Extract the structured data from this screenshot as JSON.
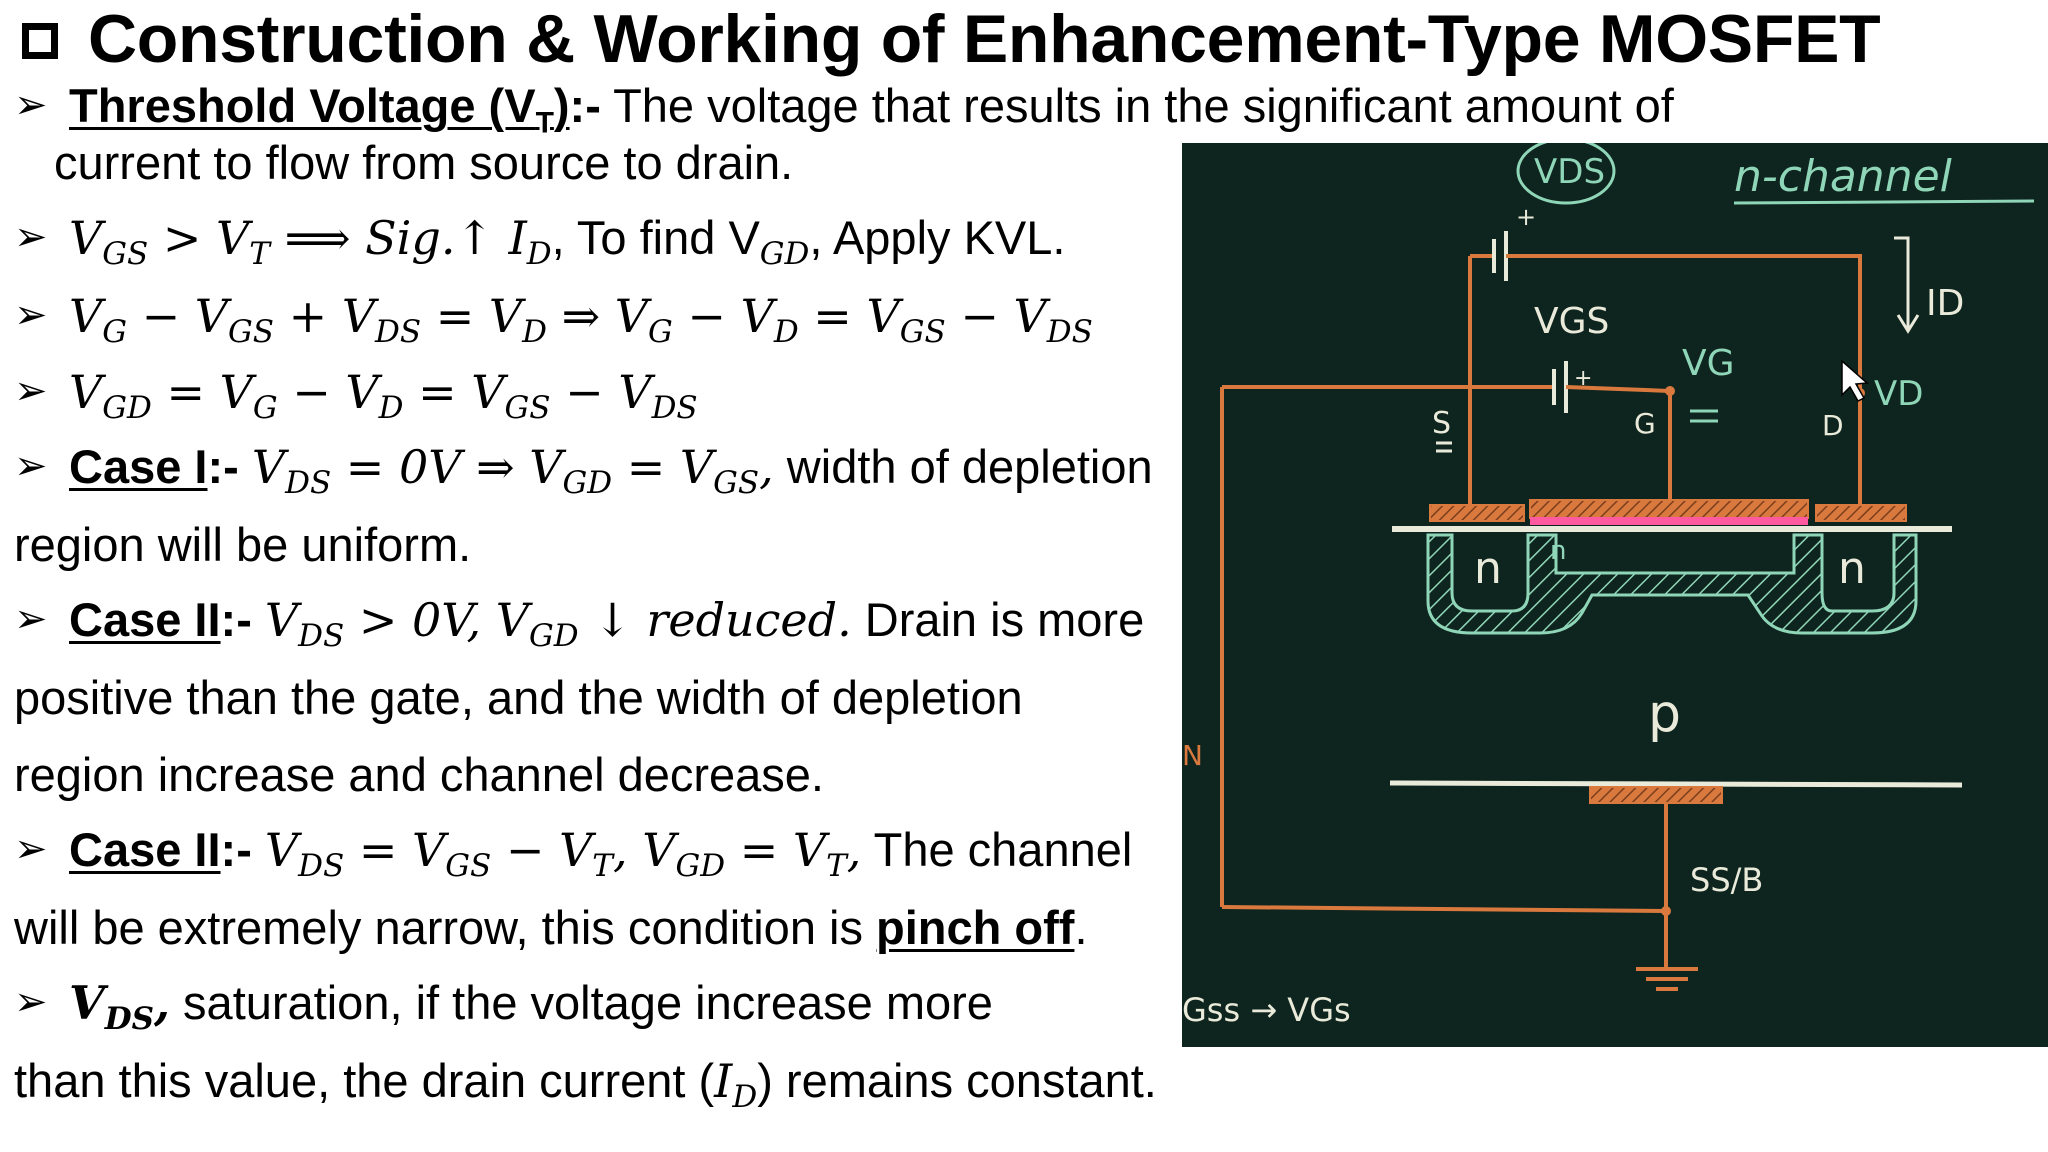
{
  "title": "Construction & Working of Enhancement-Type MOSFET",
  "lines": {
    "l1": {
      "term": "Threshold Voltage (V",
      "term_sub": "T",
      "term_end": ")",
      "sep": ":-",
      "text": " The voltage that results in the significant amount of"
    },
    "l1b": {
      "text": "current to flow from source to drain."
    },
    "l2": {
      "text": ", To find V",
      "text_end": ", Apply KVL."
    },
    "case1": {
      "term": "Case I",
      "sep": ":-",
      "text": " width of depletion"
    },
    "case1b": {
      "text": "region will be uniform."
    },
    "case2": {
      "term": "Case II",
      "sep": ":-",
      "text": " Drain is more"
    },
    "case2b": {
      "text": "positive than the gate, and the width of depletion"
    },
    "case2c": {
      "text": "region increase and channel decrease."
    },
    "case3": {
      "term": "Case II",
      "sep": ":-",
      "text": " The channel"
    },
    "case3b": {
      "text": "will be extremely narrow, this condition is ",
      "pinch": "pinch off",
      "end": "."
    },
    "vds": {
      "text": " saturation, if the voltage increase more"
    },
    "vdsb": {
      "text": "than this value, the drain current (",
      "end": ") remains constant."
    }
  },
  "diagram": {
    "title": "n-channel",
    "vds": "VDS",
    "vgs": "VGS",
    "id": "ID",
    "vg": "VG",
    "vd": "VD",
    "s": "S",
    "g": "G",
    "d": "D",
    "n_left": "n",
    "n_right": "n",
    "n_channel": "n",
    "p": "p",
    "ssb": "SS/B",
    "bottom": "Gss → VGs",
    "colors": {
      "board": "#0e241e",
      "wire": "#d9793e",
      "chalk": "#e9ead9",
      "mint": "#8fd6b8",
      "pink": "#ff5aa0",
      "hatch": "#7a3e1c"
    }
  }
}
